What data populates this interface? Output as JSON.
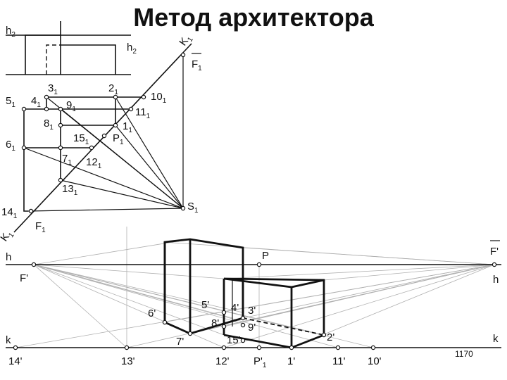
{
  "title": "Метод архитектора",
  "page_number": "1170",
  "plan_labels": {
    "h2_left": {
      "main": "h",
      "sub": "2"
    },
    "h2_right": {
      "main": "h",
      "sub": "2"
    },
    "k1_top": {
      "main": "K",
      "sub": "1"
    },
    "F1_top": {
      "main": "F",
      "sub": "1"
    },
    "p5": {
      "main": "5",
      "sub": "1"
    },
    "p4": {
      "main": "4",
      "sub": "1"
    },
    "p3": {
      "main": "3",
      "sub": "1"
    },
    "p2": {
      "main": "2",
      "sub": "1"
    },
    "p10": {
      "main": "10",
      "sub": "1"
    },
    "p9": {
      "main": "9",
      "sub": "1"
    },
    "p11": {
      "main": "11",
      "sub": "1"
    },
    "p8": {
      "main": "8",
      "sub": "1"
    },
    "p1": {
      "main": "1",
      "sub": "1"
    },
    "p6": {
      "main": "6",
      "sub": "1"
    },
    "p15": {
      "main": "15",
      "sub": "1"
    },
    "pP": {
      "main": "P",
      "sub": "1"
    },
    "p7": {
      "main": "7",
      "sub": "1"
    },
    "p12": {
      "main": "12",
      "sub": "1"
    },
    "p13": {
      "main": "13",
      "sub": "1"
    },
    "S1": {
      "main": "S",
      "sub": "1"
    },
    "p14": {
      "main": "14",
      "sub": "1"
    },
    "F1_bottom": {
      "main": "F",
      "sub": "1"
    },
    "k1_bottom": {
      "main": "K",
      "sub": "1"
    }
  },
  "perspective_labels": {
    "h_left": "h",
    "P": "P",
    "F_prime_right": "F'",
    "F_prime_left": "F'",
    "h_right": "h",
    "p6": "6'",
    "p5": "5'",
    "p4": "4'",
    "p3": "3'",
    "p8": "8'",
    "p9": "9'",
    "p7": "7'",
    "p15": "15'",
    "p2": "2'",
    "k_left": "k",
    "k_right": "k",
    "p14": "14'",
    "p13": "13'",
    "p12": "12'",
    "pP1": {
      "main": "P'",
      "sub": "1"
    },
    "p1": "1'",
    "p11": "11'",
    "p10": "10'"
  }
}
